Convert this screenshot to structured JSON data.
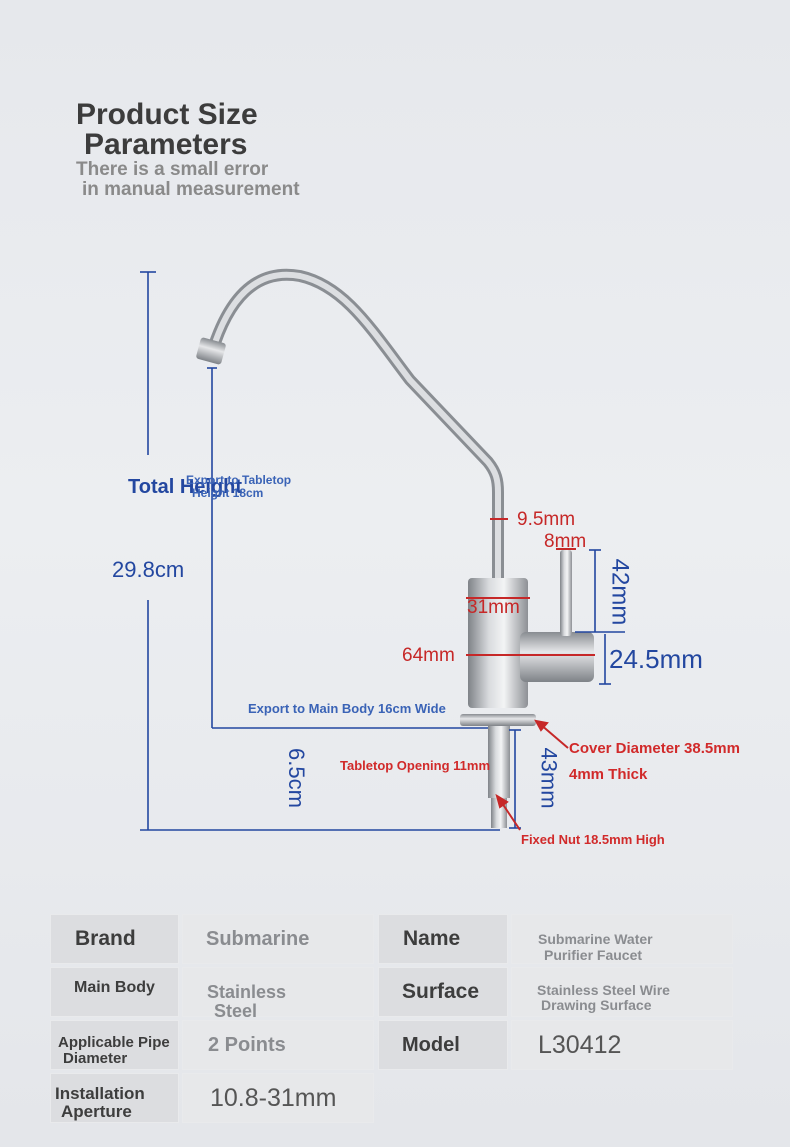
{
  "header": {
    "title_line1": "Product Size",
    "title_line2": "Parameters",
    "subtitle_line1": "There is a small error",
    "subtitle_line2": "in manual measurement"
  },
  "dimensions": {
    "total_height_label": "Total Height",
    "total_height_value": "29.8cm",
    "export_tabletop_line1": "Export to Tabletop",
    "export_tabletop_line2": "Height 18cm",
    "export_main_body": "Export to Main Body 16cm Wide",
    "base_height": "6.5cm",
    "tabletop_opening": "Tabletop Opening 11mm",
    "thread_length": "43mm",
    "pipe_diameter": "9.5mm",
    "handle_diameter": "8mm",
    "handle_height": "42mm",
    "body_diameter": "31mm",
    "body_height": "64mm",
    "handle_base": "24.5mm",
    "cover_diameter": "Cover Diameter 38.5mm",
    "cover_thickness": "4mm Thick",
    "fixed_nut": "Fixed Nut 18.5mm High"
  },
  "specs": {
    "brand_key": "Brand",
    "brand_val": "Submarine",
    "name_key": "Name",
    "name_val_line1": "Submarine Water",
    "name_val_line2": "Purifier Faucet",
    "main_body_key": "Main Body",
    "main_body_val_line1": "Stainless",
    "main_body_val_line2": "Steel",
    "surface_key": "Surface",
    "surface_val_line1": "Stainless Steel Wire",
    "surface_val_line2": "Drawing Surface",
    "pipe_key_line1": "Applicable Pipe",
    "pipe_key_line2": "Diameter",
    "pipe_val": "2 Points",
    "model_key": "Model",
    "model_val": "L30412",
    "aperture_key_line1": "Installation",
    "aperture_key_line2": "Aperture",
    "aperture_val": "10.8-31mm"
  },
  "colors": {
    "dim_blue": "#2347a0",
    "dim_red": "#c62828",
    "steel": "#a9acb0"
  }
}
